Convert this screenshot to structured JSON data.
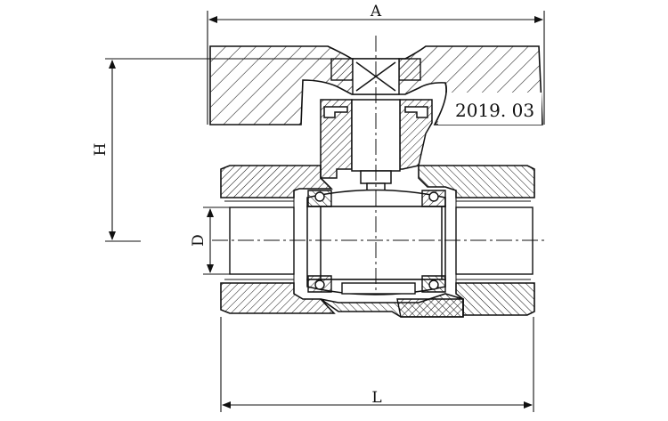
{
  "drawing": {
    "dimensions": {
      "overall_width_label": "A",
      "height_label": "H",
      "bore_label": "D",
      "length_label": "L"
    },
    "handle_marking": "2019. 03",
    "colors": {
      "line": "#111111",
      "background": "#ffffff"
    }
  }
}
